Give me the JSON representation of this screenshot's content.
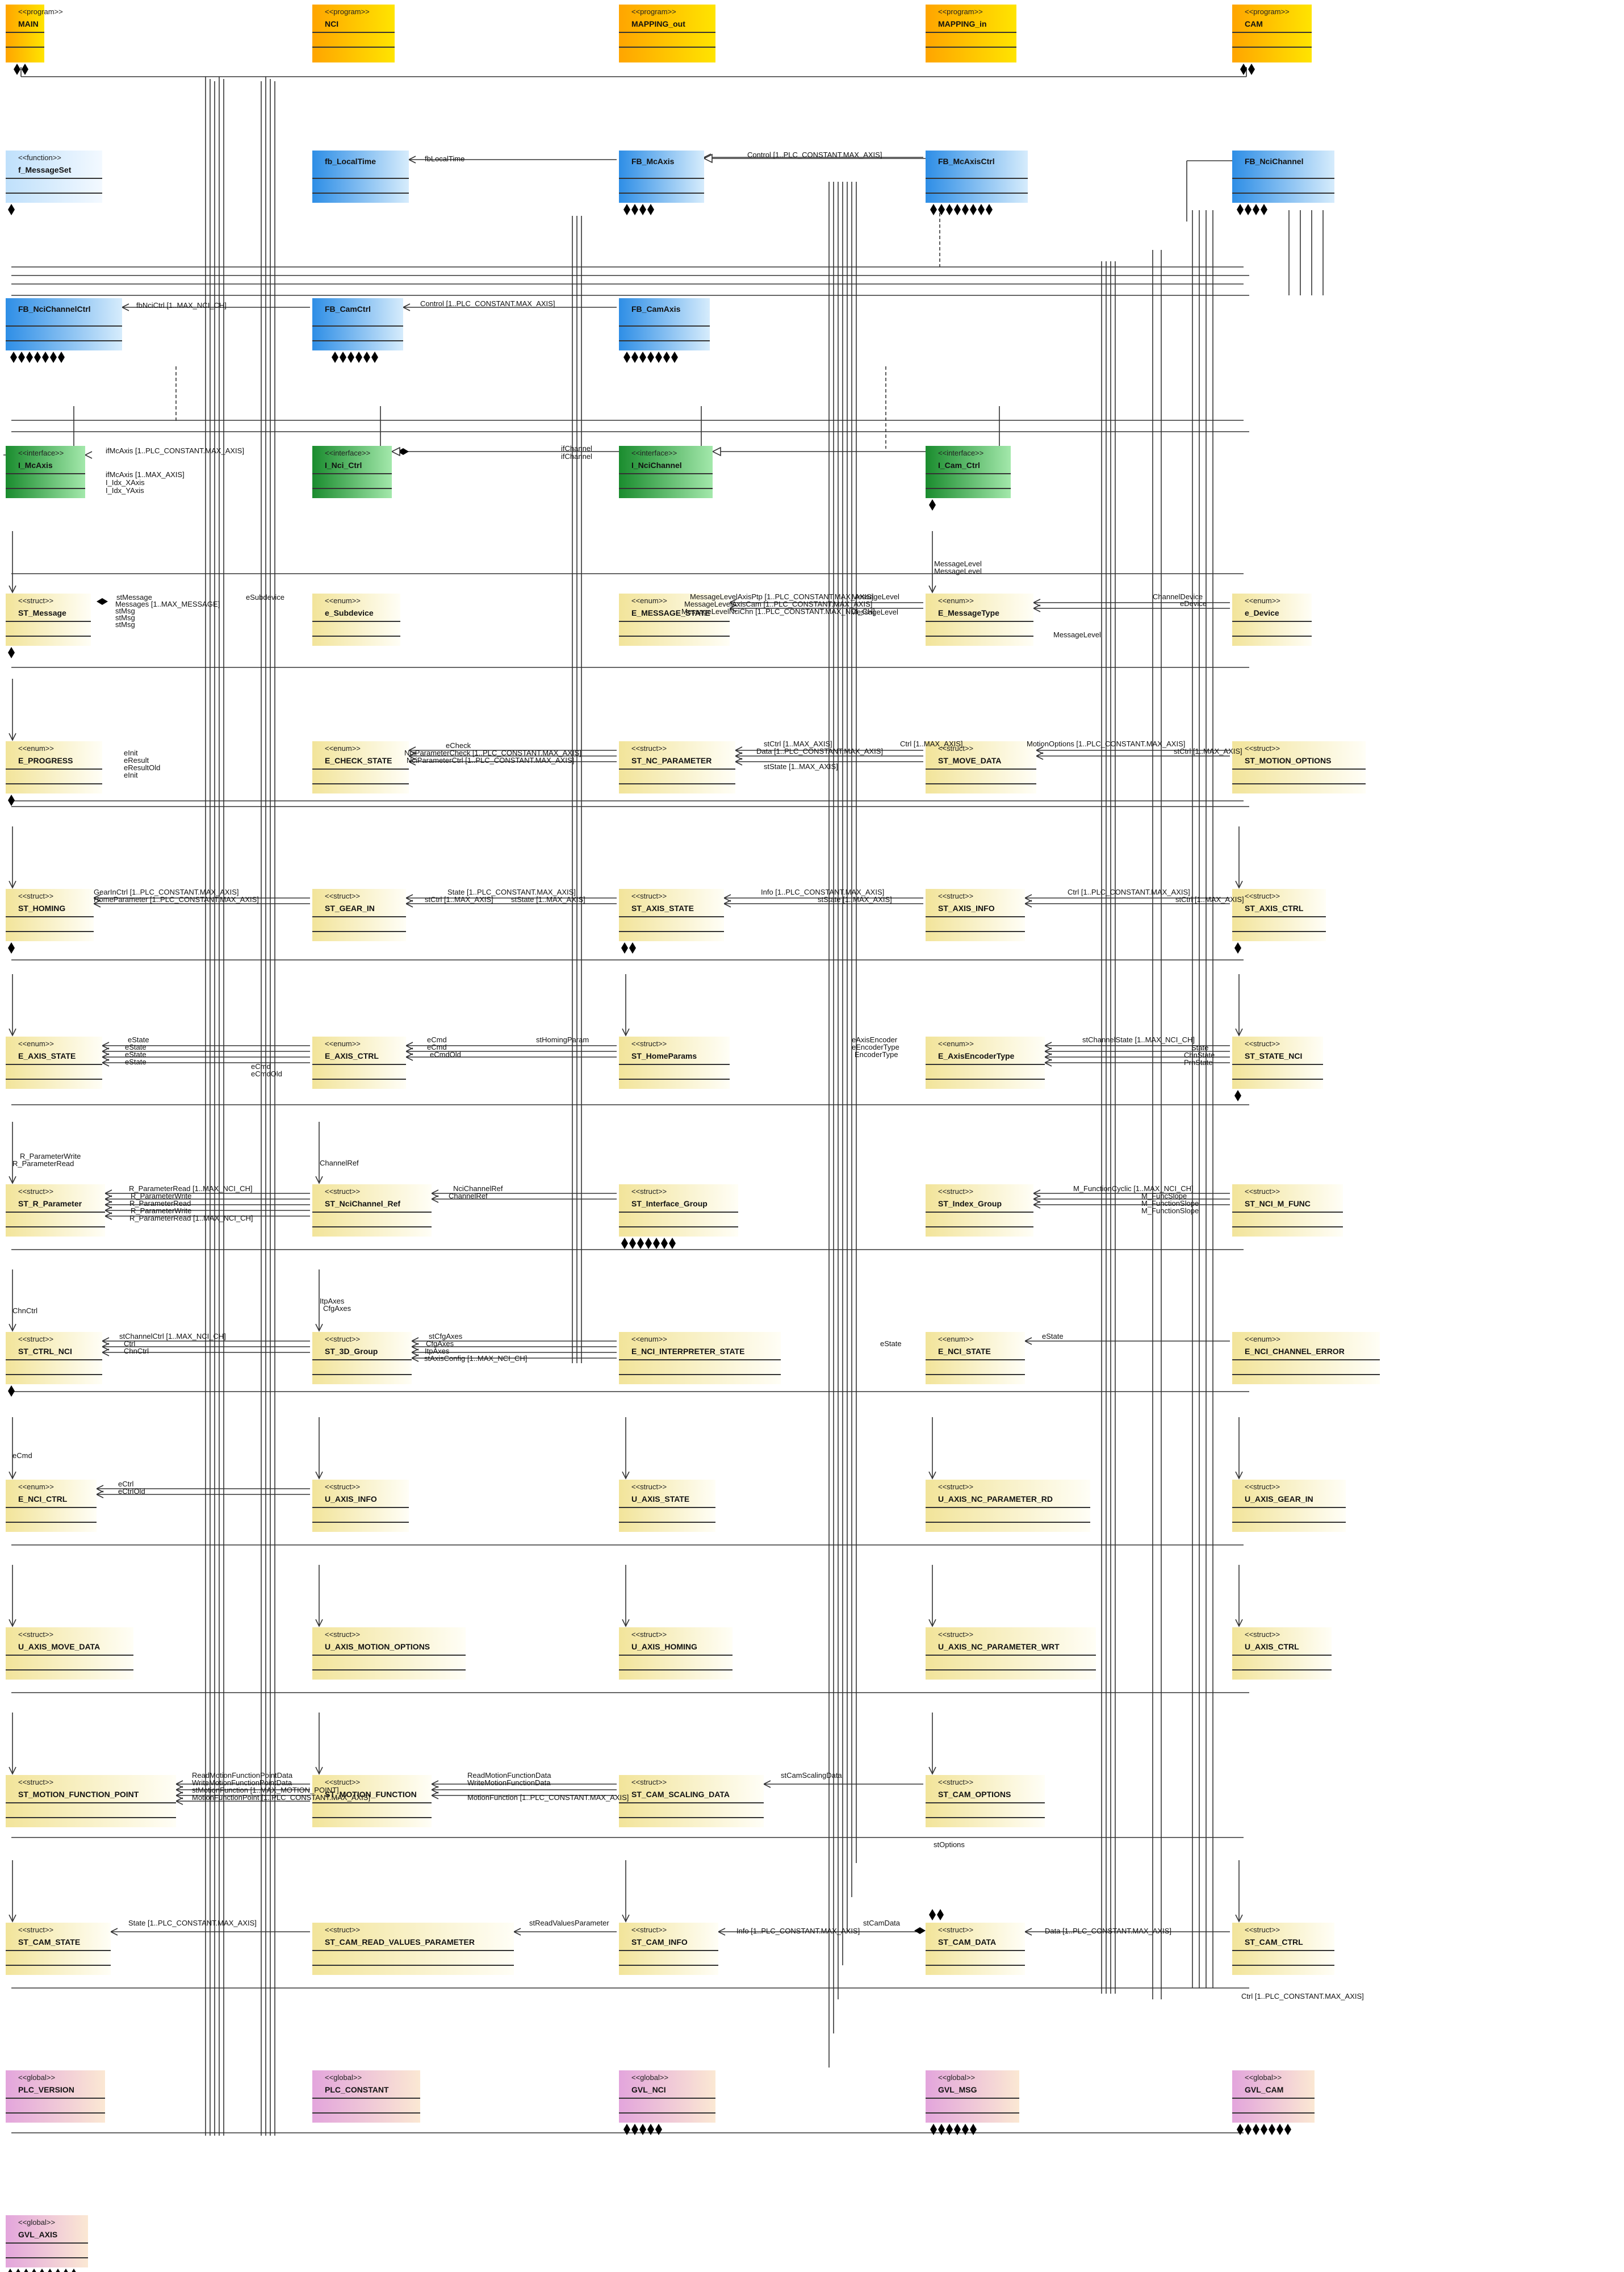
{
  "diagram": {
    "boxes": [
      {
        "id": "MAIN",
        "kind": "program",
        "stereotype": "<<program>>",
        "name": "MAIN"
      },
      {
        "id": "NCI",
        "kind": "program",
        "stereotype": "<<program>>",
        "name": "NCI"
      },
      {
        "id": "MAPPING_out",
        "kind": "program",
        "stereotype": "<<program>>",
        "name": "MAPPING_out"
      },
      {
        "id": "MAPPING_in",
        "kind": "program",
        "stereotype": "<<program>>",
        "name": "MAPPING_in"
      },
      {
        "id": "CAM",
        "kind": "program",
        "stereotype": "<<program>>",
        "name": "CAM"
      },
      {
        "id": "f_MessageSet",
        "kind": "function",
        "stereotype": "<<function>>",
        "name": "f_MessageSet"
      },
      {
        "id": "fb_LocalTime",
        "kind": "fb",
        "stereotype": "",
        "name": "fb_LocalTime"
      },
      {
        "id": "FB_McAxis",
        "kind": "fb",
        "stereotype": "",
        "name": "FB_McAxis"
      },
      {
        "id": "FB_McAxisCtrl",
        "kind": "fb",
        "stereotype": "",
        "name": "FB_McAxisCtrl"
      },
      {
        "id": "FB_NciChannel",
        "kind": "fb",
        "stereotype": "",
        "name": "FB_NciChannel"
      },
      {
        "id": "FB_NciChannelCtrl",
        "kind": "fb",
        "stereotype": "",
        "name": "FB_NciChannelCtrl"
      },
      {
        "id": "FB_CamCtrl",
        "kind": "fb",
        "stereotype": "",
        "name": "FB_CamCtrl"
      },
      {
        "id": "FB_CamAxis",
        "kind": "fb",
        "stereotype": "",
        "name": "FB_CamAxis"
      },
      {
        "id": "I_McAxis",
        "kind": "interface",
        "stereotype": "<<interface>>",
        "name": "I_McAxis"
      },
      {
        "id": "I_Nci_Ctrl",
        "kind": "interface",
        "stereotype": "<<interface>>",
        "name": "I_Nci_Ctrl"
      },
      {
        "id": "I_NciChannel",
        "kind": "interface",
        "stereotype": "<<interface>>",
        "name": "I_NciChannel"
      },
      {
        "id": "I_Cam_Ctrl",
        "kind": "interface",
        "stereotype": "<<interface>>",
        "name": "I_Cam_Ctrl"
      },
      {
        "id": "ST_Message",
        "kind": "data",
        "stereotype": "<<struct>>",
        "name": "ST_Message"
      },
      {
        "id": "e_Subdevice",
        "kind": "data",
        "stereotype": "<<enum>>",
        "name": "e_Subdevice"
      },
      {
        "id": "E_MESSAGE_STATE",
        "kind": "data",
        "stereotype": "<<enum>>",
        "name": "E_MESSAGE_STATE"
      },
      {
        "id": "E_MessageType",
        "kind": "data",
        "stereotype": "<<enum>>",
        "name": "E_MessageType"
      },
      {
        "id": "e_Device",
        "kind": "data",
        "stereotype": "<<enum>>",
        "name": "e_Device"
      },
      {
        "id": "E_PROGRESS",
        "kind": "data",
        "stereotype": "<<enum>>",
        "name": "E_PROGRESS"
      },
      {
        "id": "E_CHECK_STATE",
        "kind": "data",
        "stereotype": "<<enum>>",
        "name": "E_CHECK_STATE"
      },
      {
        "id": "ST_NC_PARAMETER",
        "kind": "data",
        "stereotype": "<<struct>>",
        "name": "ST_NC_PARAMETER"
      },
      {
        "id": "ST_MOVE_DATA",
        "kind": "data",
        "stereotype": "<<struct>>",
        "name": "ST_MOVE_DATA"
      },
      {
        "id": "ST_MOTION_OPTIONS",
        "kind": "data",
        "stereotype": "<<struct>>",
        "name": "ST_MOTION_OPTIONS"
      },
      {
        "id": "ST_HOMING",
        "kind": "data",
        "stereotype": "<<struct>>",
        "name": "ST_HOMING"
      },
      {
        "id": "ST_GEAR_IN",
        "kind": "data",
        "stereotype": "<<struct>>",
        "name": "ST_GEAR_IN"
      },
      {
        "id": "ST_AXIS_STATE",
        "kind": "data",
        "stereotype": "<<struct>>",
        "name": "ST_AXIS_STATE"
      },
      {
        "id": "ST_AXIS_INFO",
        "kind": "data",
        "stereotype": "<<struct>>",
        "name": "ST_AXIS_INFO"
      },
      {
        "id": "ST_AXIS_CTRL",
        "kind": "data",
        "stereotype": "<<struct>>",
        "name": "ST_AXIS_CTRL"
      },
      {
        "id": "E_AXIS_STATE",
        "kind": "data",
        "stereotype": "<<enum>>",
        "name": "E_AXIS_STATE"
      },
      {
        "id": "E_AXIS_CTRL",
        "kind": "data",
        "stereotype": "<<enum>>",
        "name": "E_AXIS_CTRL"
      },
      {
        "id": "ST_HomeParams",
        "kind": "data",
        "stereotype": "<<struct>>",
        "name": "ST_HomeParams"
      },
      {
        "id": "E_AxisEncoderType",
        "kind": "data",
        "stereotype": "<<enum>>",
        "name": "E_AxisEncoderType"
      },
      {
        "id": "ST_STATE_NCI",
        "kind": "data",
        "stereotype": "<<struct>>",
        "name": "ST_STATE_NCI"
      },
      {
        "id": "ST_R_Parameter",
        "kind": "data",
        "stereotype": "<<struct>>",
        "name": "ST_R_Parameter"
      },
      {
        "id": "ST_NciChannel_Ref",
        "kind": "data",
        "stereotype": "<<struct>>",
        "name": "ST_NciChannel_Ref"
      },
      {
        "id": "ST_Interface_Group",
        "kind": "data",
        "stereotype": "<<struct>>",
        "name": "ST_Interface_Group"
      },
      {
        "id": "ST_Index_Group",
        "kind": "data",
        "stereotype": "<<struct>>",
        "name": "ST_Index_Group"
      },
      {
        "id": "ST_NCI_M_FUNC",
        "kind": "data",
        "stereotype": "<<struct>>",
        "name": "ST_NCI_M_FUNC"
      },
      {
        "id": "ST_CTRL_NCI",
        "kind": "data",
        "stereotype": "<<struct>>",
        "name": "ST_CTRL_NCI"
      },
      {
        "id": "ST_3D_Group",
        "kind": "data",
        "stereotype": "<<struct>>",
        "name": "ST_3D_Group"
      },
      {
        "id": "E_NCI_INTERPRETER_STATE",
        "kind": "data",
        "stereotype": "<<enum>>",
        "name": "E_NCI_INTERPRETER_STATE"
      },
      {
        "id": "E_NCI_STATE",
        "kind": "data",
        "stereotype": "<<enum>>",
        "name": "E_NCI_STATE"
      },
      {
        "id": "E_NCI_CHANNEL_ERROR",
        "kind": "data",
        "stereotype": "<<enum>>",
        "name": "E_NCI_CHANNEL_ERROR"
      },
      {
        "id": "E_NCI_CTRL",
        "kind": "data",
        "stereotype": "<<enum>>",
        "name": "E_NCI_CTRL"
      },
      {
        "id": "U_AXIS_INFO",
        "kind": "data",
        "stereotype": "<<struct>>",
        "name": "U_AXIS_INFO"
      },
      {
        "id": "U_AXIS_STATE",
        "kind": "data",
        "stereotype": "<<struct>>",
        "name": "U_AXIS_STATE"
      },
      {
        "id": "U_AXIS_NC_PARAMETER_RD",
        "kind": "data",
        "stereotype": "<<struct>>",
        "name": "U_AXIS_NC_PARAMETER_RD"
      },
      {
        "id": "U_AXIS_GEAR_IN",
        "kind": "data",
        "stereotype": "<<struct>>",
        "name": "U_AXIS_GEAR_IN"
      },
      {
        "id": "U_AXIS_MOVE_DATA",
        "kind": "data",
        "stereotype": "<<struct>>",
        "name": "U_AXIS_MOVE_DATA"
      },
      {
        "id": "U_AXIS_MOTION_OPTIONS",
        "kind": "data",
        "stereotype": "<<struct>>",
        "name": "U_AXIS_MOTION_OPTIONS"
      },
      {
        "id": "U_AXIS_HOMING",
        "kind": "data",
        "stereotype": "<<struct>>",
        "name": "U_AXIS_HOMING"
      },
      {
        "id": "U_AXIS_NC_PARAMETER_WRT",
        "kind": "data",
        "stereotype": "<<struct>>",
        "name": "U_AXIS_NC_PARAMETER_WRT"
      },
      {
        "id": "U_AXIS_CTRL",
        "kind": "data",
        "stereotype": "<<struct>>",
        "name": "U_AXIS_CTRL"
      },
      {
        "id": "ST_MOTION_FUNCTION_POINT",
        "kind": "data",
        "stereotype": "<<struct>>",
        "name": "ST_MOTION_FUNCTION_POINT"
      },
      {
        "id": "ST_MOTION_FUNCTION",
        "kind": "data",
        "stereotype": "<<struct>>",
        "name": "ST_MOTION_FUNCTION"
      },
      {
        "id": "ST_CAM_SCALING_DATA",
        "kind": "data",
        "stereotype": "<<struct>>",
        "name": "ST_CAM_SCALING_DATA"
      },
      {
        "id": "ST_CAM_OPTIONS",
        "kind": "data",
        "stereotype": "<<struct>>",
        "name": "ST_CAM_OPTIONS"
      },
      {
        "id": "ST_CAM_STATE",
        "kind": "data",
        "stereotype": "<<struct>>",
        "name": "ST_CAM_STATE"
      },
      {
        "id": "ST_CAM_READ_VALUES_PARAMETER",
        "kind": "data",
        "stereotype": "<<struct>>",
        "name": "ST_CAM_READ_VALUES_PARAMETER"
      },
      {
        "id": "ST_CAM_INFO",
        "kind": "data",
        "stereotype": "<<struct>>",
        "name": "ST_CAM_INFO"
      },
      {
        "id": "ST_CAM_DATA",
        "kind": "data",
        "stereotype": "<<struct>>",
        "name": "ST_CAM_DATA"
      },
      {
        "id": "ST_CAM_CTRL",
        "kind": "data",
        "stereotype": "<<struct>>",
        "name": "ST_CAM_CTRL"
      },
      {
        "id": "PLC_VERSION",
        "kind": "global",
        "stereotype": "<<global>>",
        "name": "PLC_VERSION"
      },
      {
        "id": "PLC_CONSTANT",
        "kind": "global",
        "stereotype": "<<global>>",
        "name": "PLC_CONSTANT"
      },
      {
        "id": "GVL_NCI",
        "kind": "global",
        "stereotype": "<<global>>",
        "name": "GVL_NCI"
      },
      {
        "id": "GVL_MSG",
        "kind": "global",
        "stereotype": "<<global>>",
        "name": "GVL_MSG"
      },
      {
        "id": "GVL_CAM",
        "kind": "global",
        "stereotype": "<<global>>",
        "name": "GVL_CAM"
      },
      {
        "id": "GVL_AXIS",
        "kind": "global",
        "stereotype": "<<global>>",
        "name": "GVL_AXIS"
      }
    ],
    "labels": [
      "fbLocalTime",
      "Control [1..PLC_CONSTANT.MAX_AXIS]",
      "fbNciCtrl [1..MAX_NCI_CH]",
      "Control [1..PLC_CONSTANT.MAX_AXIS]",
      "ifMcAxis [1..PLC_CONSTANT.MAX_AXIS]",
      "ifMcAxis [1..MAX_AXIS]",
      "I_Idx_XAxis",
      "I_Idx_YAxis",
      "ifChannel",
      "ifChannel",
      "MessageLevel",
      "MessageLevel",
      "stMessage",
      "Messages [1..MAX_MESSAGE]",
      "stMsg",
      "stMsg",
      "stMsg",
      "eSubdevice",
      "MessageLevelAxisPtp [1..PLC_CONSTANT.MAX_AXIS]",
      "MessageLevelAxisCam [1..PLC_CONSTANT.MAX_AXIS]",
      "MessageLevelNciChn [1..PLC_CONSTANT.MAX_NCI_CH]",
      "MessageLevel",
      "MessageLevel",
      "MessageLevel",
      "ChannelDevice",
      "eDevice",
      "eInit",
      "eResult",
      "eResultOld",
      "eInit",
      "eCheck",
      "NciParameterCheck [1..PLC_CONSTANT.MAX_AXIS]",
      "NciParameterCtrl [1..PLC_CONSTANT.MAX_AXIS]",
      "stCtrl [1..MAX_AXIS]",
      "Ctrl [1..MAX_AXIS]",
      "Data [1..PLC_CONSTANT.MAX_AXIS]",
      "stState [1..MAX_AXIS]",
      "MotionOptions [1..PLC_CONSTANT.MAX_AXIS]",
      "stCtrl [1..MAX_AXIS]",
      "GearInCtrl [1..PLC_CONSTANT.MAX_AXIS]",
      "HomeParameter [1..PLC_CONSTANT.MAX_AXIS]",
      "State [1..PLC_CONSTANT.MAX_AXIS]",
      "stCtrl [1..MAX_AXIS]",
      "stState [1..MAX_AXIS]",
      "Info [1..PLC_CONSTANT.MAX_AXIS]",
      "stState [1..MAX_AXIS]",
      "Ctrl [1..PLC_CONSTANT.MAX_AXIS]",
      "stCtrl [1..MAX_AXIS]",
      "eState",
      "eState",
      "eState",
      "eState",
      "eCmd",
      "eCmd",
      "eCmdOld",
      "eCmd",
      "eCmdOld",
      "stHomingParam",
      "eAxisEncoder",
      "eEncoderType",
      "EncoderType",
      "stChannelState [1..MAX_NCI_CH]",
      "State",
      "ChnState",
      "PrnState",
      "R_ParameterWrite",
      "R_ParameterRead",
      "R_ParameterRead [1..MAX_NCI_CH]",
      "R_ParameterWrite",
      "R_ParameterRead",
      "R_ParameterWrite",
      "R_ParameterRead [1..MAX_NCI_CH]",
      "ChannelRef",
      "NciChannelRef",
      "ChannelRef",
      "M_FunctionCyclic [1..MAX_NCI_CH]",
      "M_FuncSlope",
      "M_FunctionSlope",
      "M_FunctionSlope",
      "ChnCtrl",
      "stChannelCtrl [1..MAX_NCI_CH]",
      "Ctrl",
      "ChnCtrl",
      "ItpAxes",
      "CfgAxes",
      "stCfgAxes",
      "CfgAxes",
      "ItpAxes",
      "stAxisConfig [1..MAX_NCI_CH]",
      "eState",
      "eState",
      "eCmd",
      "eCtrl",
      "eCtrlOld",
      "ReadMotionFunctionPointData",
      "WriteMotionFunctionPointData",
      "stMotionFunction [1..MAX_MOTION_POINT]",
      "MotionFunctionPoint [1..PLC_CONSTANT.MAX_AXIS]",
      "ReadMotionFunctionData",
      "WriteMotionFunctionData",
      "MotionFunction [1..PLC_CONSTANT.MAX_AXIS]",
      "stCamScalingData",
      "stOptions",
      "State [1..PLC_CONSTANT.MAX_AXIS]",
      "stReadValuesParameter",
      "Info [1..PLC_CONSTANT.MAX_AXIS]",
      "stCamData",
      "Data [1..PLC_CONSTANT.MAX_AXIS]",
      "Ctrl [1..PLC_CONSTANT.MAX_AXIS]"
    ]
  }
}
